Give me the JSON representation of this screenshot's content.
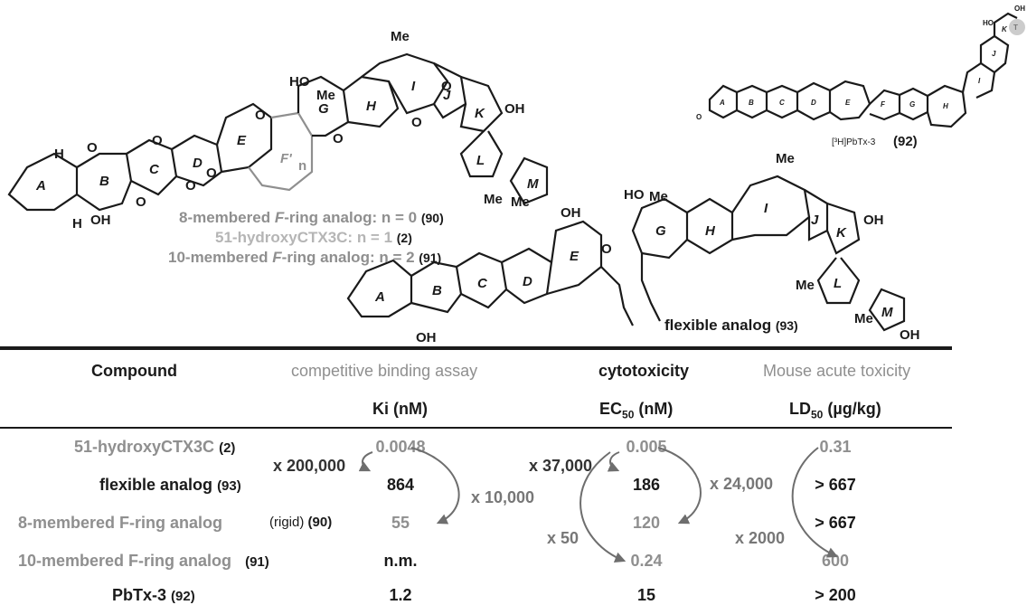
{
  "structures": {
    "label_8": "8-membered ",
    "label_8_f": "F",
    "label_8_rest": "-ring analog: n = 0 ",
    "label_8_num": "(90)",
    "label_51": "51-hydroxyCTX3C: n = 1 ",
    "label_51_num": "(2)",
    "label_10": "10-membered ",
    "label_10_f": "F",
    "label_10_rest": "-ring analog: n = 2 ",
    "label_10_num": "(91)",
    "flexible": "flexible analog ",
    "flexible_num": "(93)",
    "pbtx_label": "[³H]PbTx-3",
    "pbtx_num": "(92)",
    "atoms": {
      "H": "H",
      "O": "O",
      "OH": "OH",
      "HO": "HO",
      "Me": "Me",
      "n": "n",
      "T": "T"
    },
    "rings_main": [
      "A",
      "B",
      "C",
      "D",
      "E",
      "F'",
      "G",
      "H",
      "I",
      "J",
      "K",
      "L",
      "M"
    ],
    "rings_pbtx": [
      "A",
      "B",
      "C",
      "D",
      "E",
      "F",
      "G",
      "H",
      "I",
      "J",
      "K"
    ]
  },
  "table": {
    "headers": {
      "compound": "Compound",
      "binding": "competitive binding assay",
      "cytotoxicity": "cytotoxicity",
      "toxicity": "Mouse acute toxicity"
    },
    "subheaders": {
      "ki": "Ki (nM)",
      "ec50_prefix": "EC",
      "ec50_sub": "50",
      "ec50_suffix": " (nM)",
      "ld50_prefix": "LD",
      "ld50_sub": "50",
      "ld50_suffix": " (µg/kg)"
    },
    "rows": [
      {
        "name": "51-hydroxyCTX3C",
        "note": "",
        "num": "(2)",
        "ki": "0.0048",
        "ec50": "0.005",
        "ld50": "0.31"
      },
      {
        "name": "flexible analog",
        "note": "",
        "num": "(93)",
        "ki": "864",
        "ec50": "186",
        "ld50": "> 667"
      },
      {
        "name": "8-membered F-ring analog",
        "note": "(rigid)",
        "num": "(90)",
        "ki": "55",
        "ec50": "120",
        "ld50": "> 667"
      },
      {
        "name": "10-membered F-ring analog",
        "note": "",
        "num": "(91)",
        "ki": "n.m.",
        "ec50": "0.24",
        "ld50": "600"
      },
      {
        "name": "PbTx-3",
        "note": "",
        "num": "(92)",
        "ki": "1.2",
        "ec50": "15",
        "ld50": "> 200"
      }
    ],
    "fold_labels": {
      "ki_flex": "x 200,000",
      "ki_rigid": "x 10,000",
      "ec_flex": "x 37,000",
      "ec_rigid": "x 24,000",
      "ec_10": "x 50",
      "ld_10": "x 2000"
    }
  }
}
